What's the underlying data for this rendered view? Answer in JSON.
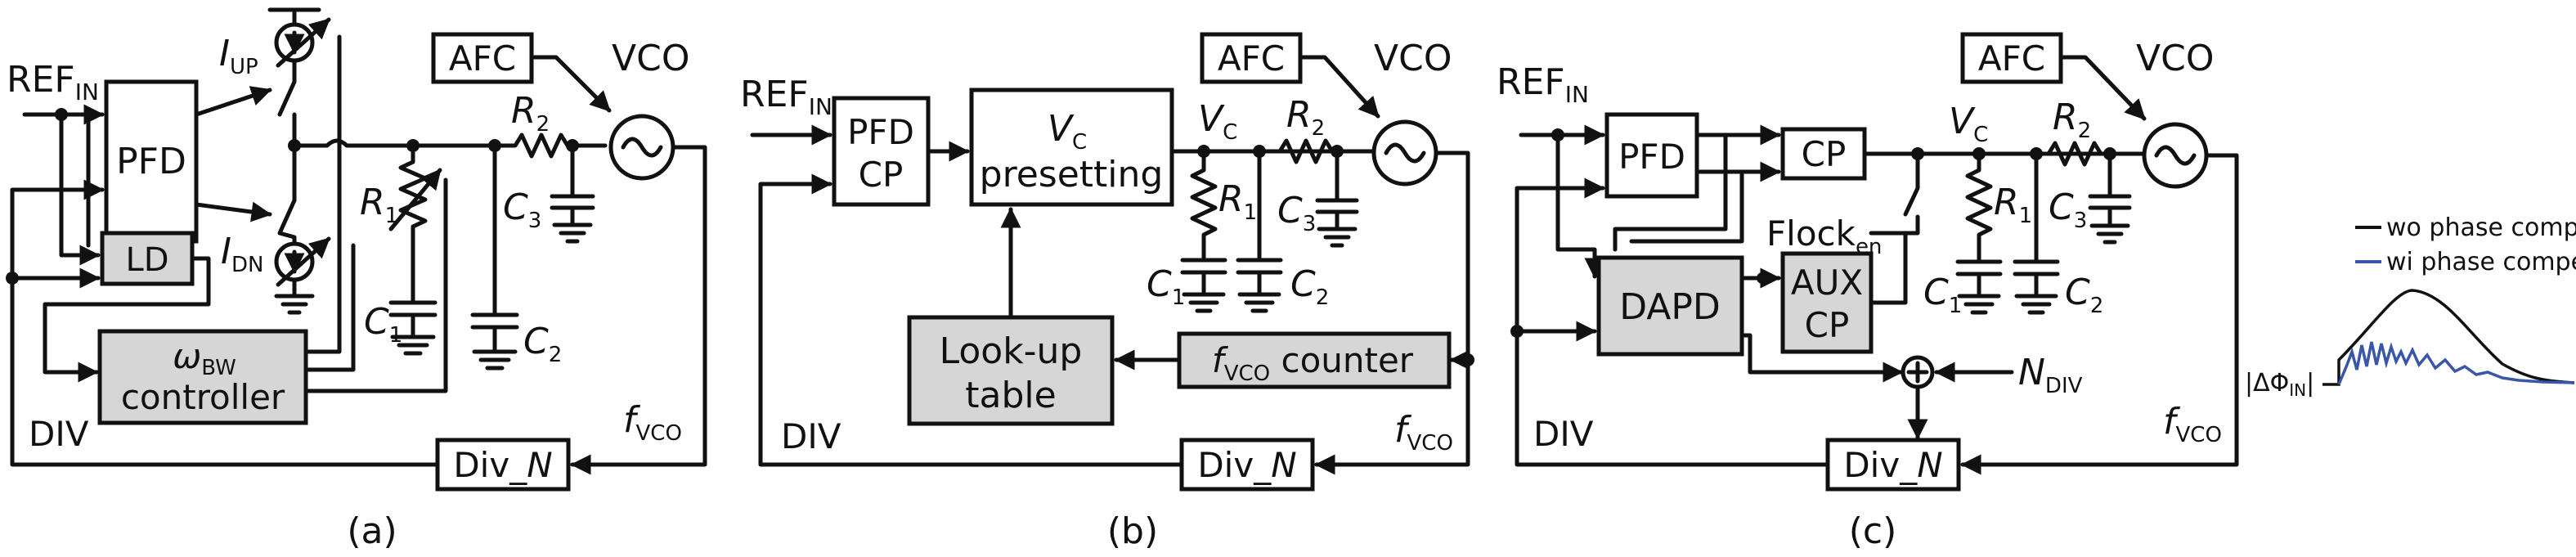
{
  "panel_a": {
    "caption": "(a)",
    "ref_main": "REF",
    "ref_sub": "IN",
    "pfd": "PFD",
    "ld": "LD",
    "omega_main": "ω",
    "omega_sub": "BW",
    "controller": "controller",
    "iup_main": "I",
    "iup_sub": "UP",
    "idn_main": "I",
    "idn_sub": "DN",
    "r1_main": "R",
    "r1_sub": "1",
    "c1_main": "C",
    "c1_sub": "1",
    "c2_main": "C",
    "c2_sub": "2",
    "r2_main": "R",
    "r2_sub": "2",
    "c3_main": "C",
    "c3_sub": "3",
    "afc": "AFC",
    "vco": "VCO",
    "div": "DIV",
    "divn_main": "Div_",
    "divn_n": "N",
    "fvco_main": "f",
    "fvco_sub": "VCO"
  },
  "panel_b": {
    "caption": "(b)",
    "ref_main": "REF",
    "ref_sub": "IN",
    "pfd_line1": "PFD",
    "pfd_line2": "CP",
    "vc_preset_main": "V",
    "vc_preset_sub": "C",
    "presetting": "presetting",
    "vc_main": "V",
    "vc_sub": "C",
    "r1_main": "R",
    "r1_sub": "1",
    "c1_main": "C",
    "c1_sub": "1",
    "c2_main": "C",
    "c2_sub": "2",
    "r2_main": "R",
    "r2_sub": "2",
    "c3_main": "C",
    "c3_sub": "3",
    "afc": "AFC",
    "vco": "VCO",
    "lookup_line1": "Look-up",
    "lookup_line2": "table",
    "counter_f": "f",
    "counter_sub": "VCO",
    "counter_word": " counter",
    "div": "DIV",
    "divn_main": "Div_",
    "divn_n": "N",
    "fvco_main": "f",
    "fvco_sub": "VCO"
  },
  "panel_c": {
    "caption": "(c)",
    "ref_main": "REF",
    "ref_sub": "IN",
    "pfd": "PFD",
    "cp": "CP",
    "vc_main": "V",
    "vc_sub": "C",
    "r1_main": "R",
    "r1_sub": "1",
    "c1_main": "C",
    "c1_sub": "1",
    "c2_main": "C",
    "c2_sub": "2",
    "r2_main": "R",
    "r2_sub": "2",
    "c3_main": "C",
    "c3_sub": "3",
    "afc": "AFC",
    "vco": "VCO",
    "flock_main": "Flock",
    "flock_sub": "en",
    "dapd": "DAPD",
    "aux_line1": "AUX",
    "aux_line2": "CP",
    "ndiv_main": "N",
    "ndiv_sub": "DIV",
    "div": "DIV",
    "divn_main": "Div_",
    "divn_n": "N",
    "fvco_main": "f",
    "fvco_sub": "VCO"
  },
  "inset": {
    "legend_wo": "wo phase compensation",
    "legend_wi": "wi phase compensation",
    "ylabel_main": "|ΔΦ",
    "ylabel_sub": "IN",
    "ylabel_end": "|",
    "color_wo": "#111111",
    "color_wi": "#3a56a8"
  }
}
